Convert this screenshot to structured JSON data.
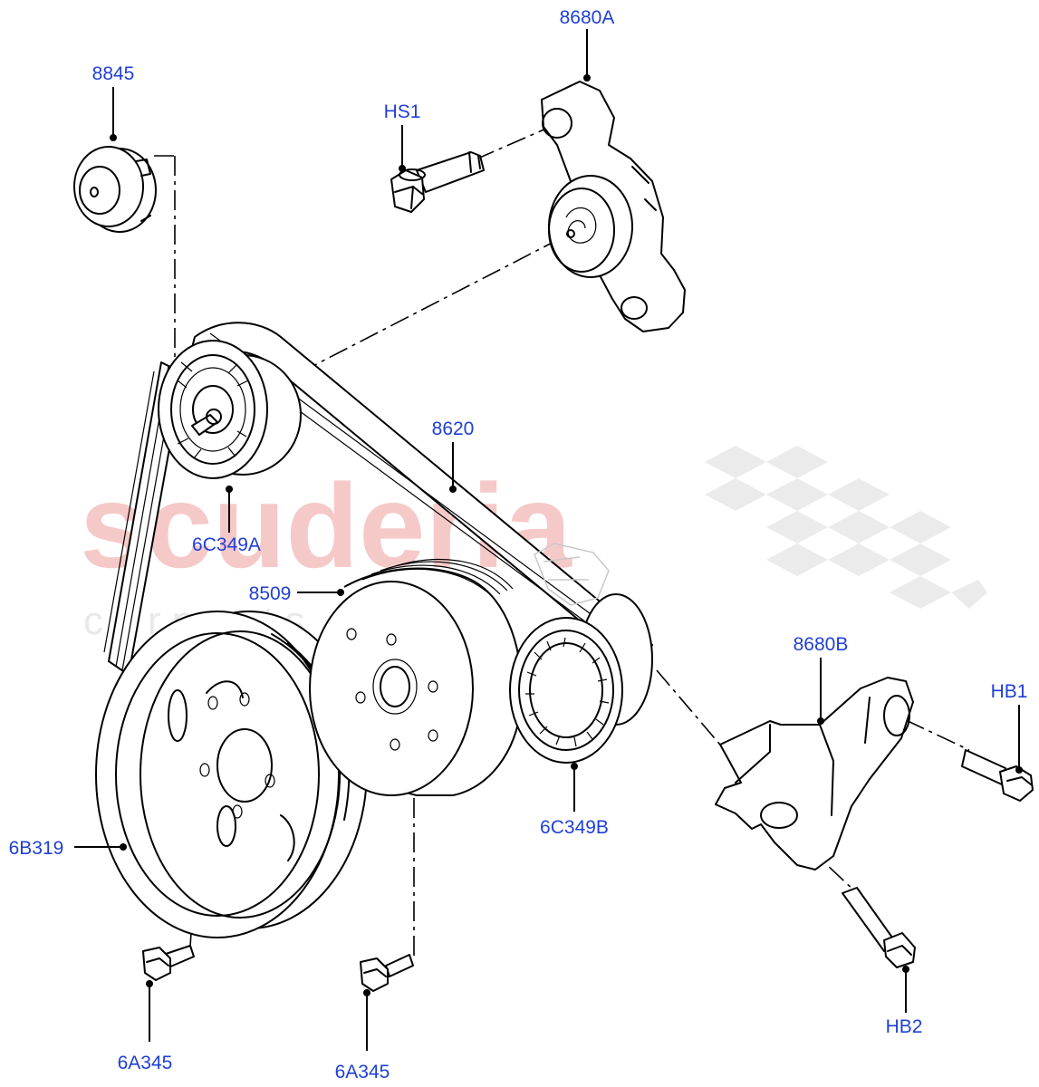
{
  "watermark": {
    "brand": "scuderia",
    "sub": "c a r   p a r t s"
  },
  "labels": {
    "l8680A": "8680A",
    "l8845": "8845",
    "lHS1": "HS1",
    "l8620": "8620",
    "l6C349A": "6C349A",
    "l8509": "8509",
    "l8680B": "8680B",
    "lHB1": "HB1",
    "l6B319": "6B319",
    "l6C349B": "6C349B",
    "lHB2": "HB2",
    "l6A345a": "6A345",
    "l6A345b": "6A345"
  }
}
